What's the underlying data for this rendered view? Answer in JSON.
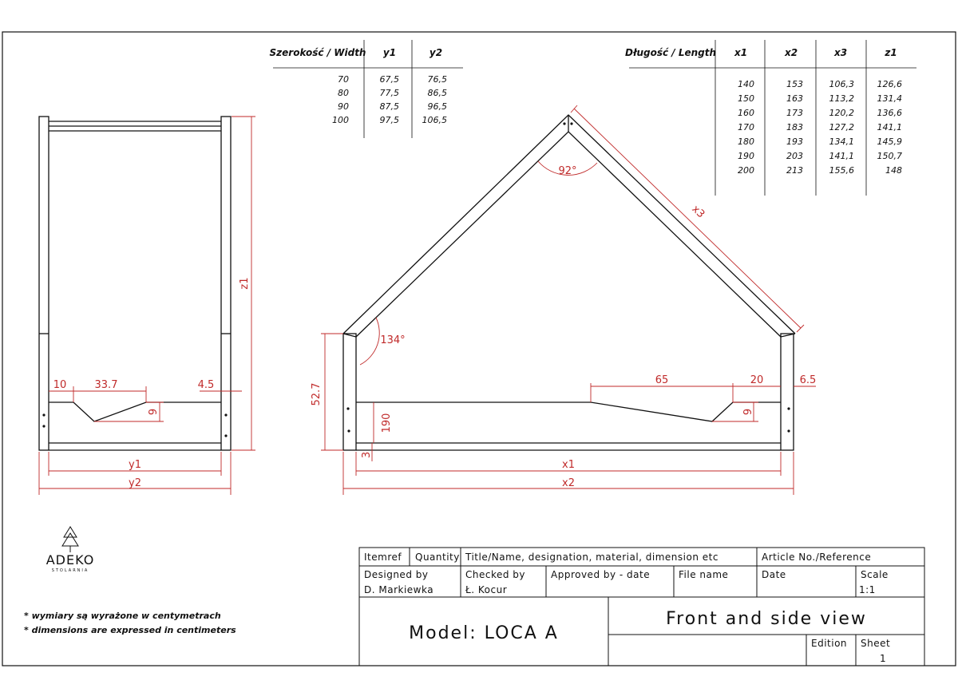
{
  "width_table": {
    "headers": [
      "Szerokość / Width",
      "y1",
      "y2"
    ],
    "rows": [
      [
        "70",
        "67,5",
        "76,5"
      ],
      [
        "80",
        "77,5",
        "86,5"
      ],
      [
        "90",
        "87,5",
        "96,5"
      ],
      [
        "100",
        "97,5",
        "106,5"
      ]
    ]
  },
  "length_table": {
    "headers": [
      "Długość / Length",
      "x1",
      "x2",
      "x3",
      "z1"
    ],
    "rows": [
      [
        "140",
        "153",
        "106,3",
        "126,6"
      ],
      [
        "150",
        "163",
        "113,2",
        "131,4"
      ],
      [
        "160",
        "173",
        "120,2",
        "136,6"
      ],
      [
        "170",
        "183",
        "127,2",
        "141,1"
      ],
      [
        "180",
        "193",
        "134,1",
        "145,9"
      ],
      [
        "190",
        "203",
        "141,1",
        "150,7"
      ],
      [
        "200",
        "213",
        "155,6",
        "148"
      ]
    ]
  },
  "side_view_dims": {
    "d10": "10",
    "d337": "33.7",
    "d45": "4.5",
    "d9": "9",
    "y1": "y1",
    "y2": "y2",
    "z1": "z1"
  },
  "front_view_dims": {
    "angle_top": "92°",
    "angle_left": "134°",
    "x3": "x3",
    "d65": "65",
    "d20": "20",
    "d65b": "6.5",
    "d9": "9",
    "d527": "52.7",
    "d190": "190",
    "d3": "3",
    "x1": "x1",
    "x2": "x2"
  },
  "logo": {
    "name": "ADEKO",
    "sub": "STOLARNIA"
  },
  "notes": [
    "* wymiary są wyrażone w centymetrach",
    "* dimensions are expressed in centimeters"
  ],
  "title_block": {
    "itemref": "Itemref",
    "quantity": "Quantity",
    "title_label": "Title/Name, designation, material, dimension etc",
    "article_label": "Article No./Reference",
    "designed_by_label": "Designed by",
    "designed_by": "D. Markiewka",
    "checked_by_label": "Checked by",
    "checked_by": "Ł. Kocur",
    "approved_label": "Approved by - date",
    "file_name_label": "File name",
    "date_label": "Date",
    "scale_label": "Scale",
    "scale": "1:1",
    "model": "Model: LOCA A",
    "view_title": "Front and side view",
    "edition_label": "Edition",
    "sheet_label": "Sheet",
    "sheet": "1"
  },
  "colors": {
    "dimension": "#c02a2a",
    "line": "#111111"
  }
}
